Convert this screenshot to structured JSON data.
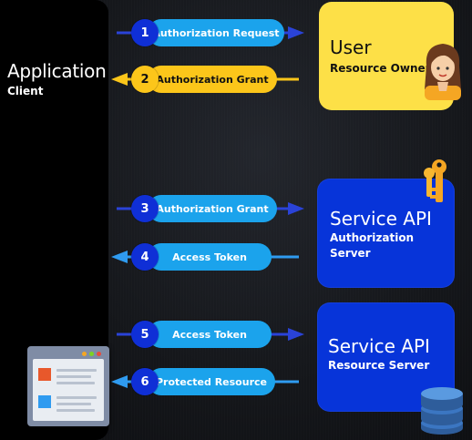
{
  "application": {
    "title": "Application",
    "subtitle": "Client"
  },
  "user": {
    "title": "User",
    "subtitle": "Resource Owner"
  },
  "auth_server": {
    "title": "Service API",
    "subtitle_line1": "Authorization",
    "subtitle_line2": "Server"
  },
  "resource_server": {
    "title": "Service API",
    "subtitle": "Resource Server"
  },
  "flows": [
    {
      "step": "1",
      "label": "Authorization Request",
      "direction": "right",
      "color": "#1ba3ec"
    },
    {
      "step": "2",
      "label": "Authorization Grant",
      "direction": "left",
      "color": "#fcc61a"
    },
    {
      "step": "3",
      "label": "Authorization Grant",
      "direction": "right",
      "color": "#1ba3ec"
    },
    {
      "step": "4",
      "label": "Access Token",
      "direction": "left",
      "color": "#1ba3ec"
    },
    {
      "step": "5",
      "label": "Access Token",
      "direction": "right",
      "color": "#1ba3ec"
    },
    {
      "step": "6",
      "label": "Protected Resource",
      "direction": "left",
      "color": "#1ba3ec"
    }
  ],
  "icons": {
    "user": "person-avatar-icon",
    "auth": "key-icon",
    "resource": "database-icon",
    "client": "browser-window-icon"
  },
  "colors": {
    "background": "#17191d",
    "application": "#000000",
    "user_box": "#fde047",
    "server_box": "#0734d9",
    "flow_blue": "#1ba3ec",
    "flow_yellow": "#fcc61a",
    "badge_blue": "#0f2fd6",
    "arrow_blue": "#2a43d8"
  }
}
